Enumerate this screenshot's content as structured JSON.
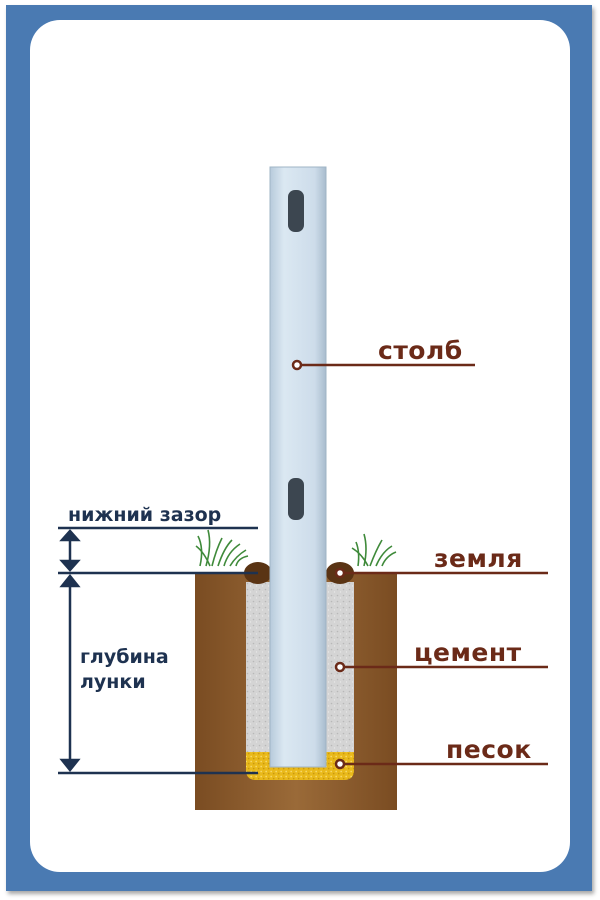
{
  "labels": {
    "post": "столб",
    "earth": "земля",
    "cement": "цемент",
    "sand": "песок"
  },
  "dimensions": {
    "bottom_gap": "нижний зазор",
    "hole_depth_line1": "глубина",
    "hole_depth_line2": "лунки"
  },
  "colors": {
    "frame": "#4a7ab2",
    "post": "#cfe0ee",
    "soil": "#8a5a2b",
    "cement": "#d2d2d2",
    "sand": "#e8b818",
    "label_text": "#6b2a18",
    "dimension_text": "#1e3250"
  }
}
